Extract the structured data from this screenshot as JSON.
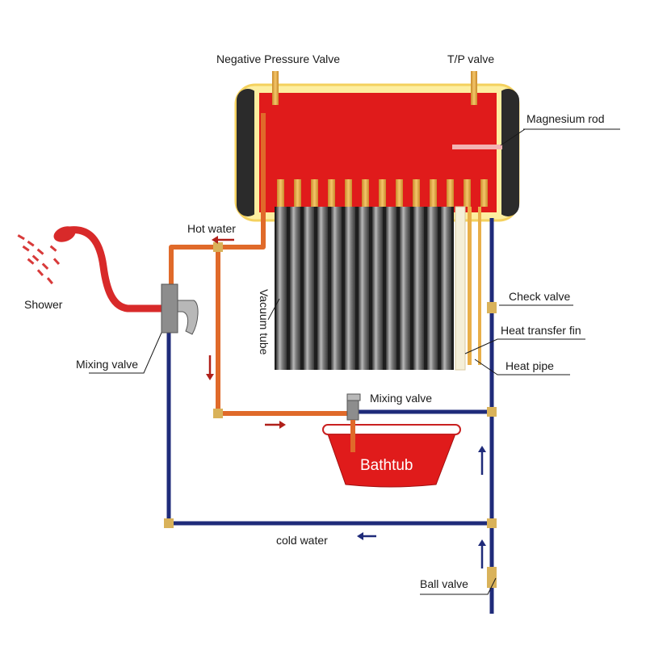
{
  "labels": {
    "negative_pressure_valve": "Negative Pressure Valve",
    "tp_valve": "T/P valve",
    "magnesium_rod": "Magnesium rod",
    "hot_water": "Hot water",
    "shower": "Shower",
    "mixing_valve_left": "Mixing valve",
    "vacuum_tube": "Vacuum tube",
    "check_valve": "Check valve",
    "heat_transfer_fin": "Heat transfer fin",
    "heat_pipe": "Heat pipe",
    "mixing_valve_center": "Mixing valve",
    "bathtub": "Bathtub",
    "cold_water": "cold water",
    "ball_valve": "Ball valve"
  },
  "colors": {
    "tank_red": "#e01b1b",
    "tank_frame": "#fdeea0",
    "hot_pipe": "#e06a2a",
    "cold_pipe": "#1f2b7a",
    "fitting": "#d9b25a",
    "tube_dark": "#5a5a5a",
    "arrow_red": "#b0201a",
    "arrow_blue": "#1f2b7a"
  }
}
